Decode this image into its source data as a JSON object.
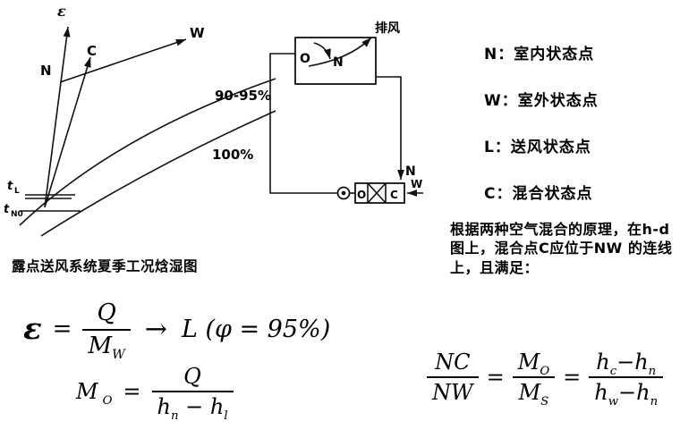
{
  "hd_chart": {
    "epsilon_label": "ε",
    "point_n": "N",
    "point_c": "C",
    "point_w": "W",
    "rh_upper": "90-95%",
    "rh_lower": "100%",
    "t_l_main": "t",
    "t_l_sub": "L",
    "t_n_main": "t",
    "t_n_sub": "N0"
  },
  "schematic": {
    "exhaust": "排风",
    "room_o": "O",
    "room_n": "N",
    "return_n": "N",
    "outdoor_w": "W",
    "mix_o": "O",
    "mix_c": "C"
  },
  "legend": {
    "items": [
      {
        "label": "N：室内状态点"
      },
      {
        "label": "W：室外状态点"
      },
      {
        "label": "L：送风状态点"
      },
      {
        "label": "C：混合状态点"
      }
    ]
  },
  "caption": "露点送风系统夏季工况焓湿图",
  "note": "根据两种空气混合的原理，在h-d图上，混合点C应位于NW 的连线上，且满足：",
  "formula1": {
    "epsilon": "ε",
    "eq1": "=",
    "num": "Q",
    "den_main": "M",
    "den_sub": "W",
    "arrow": "→",
    "result": "L (φ = 95%)"
  },
  "formula2": {
    "lhs_main": "M",
    "lhs_sub": "O",
    "eq": "=",
    "num": "Q",
    "den_h1": "h",
    "den_s1": "n",
    "den_op": "−",
    "den_h2": "h",
    "den_s2": "l"
  },
  "formula3": {
    "f1_num": "NC",
    "f1_den": "NW",
    "eq1": "=",
    "f2_num_main": "M",
    "f2_num_sub": "O",
    "f2_den_main": "M",
    "f2_den_sub": "S",
    "eq2": "=",
    "f3_num_h1": "h",
    "f3_num_s1": "c",
    "f3_num_op": "−",
    "f3_num_h2": "h",
    "f3_num_s2": "n",
    "f3_den_h1": "h",
    "f3_den_s1": "w",
    "f3_den_op": "−",
    "f3_den_h2": "h",
    "f3_den_s2": "n"
  }
}
